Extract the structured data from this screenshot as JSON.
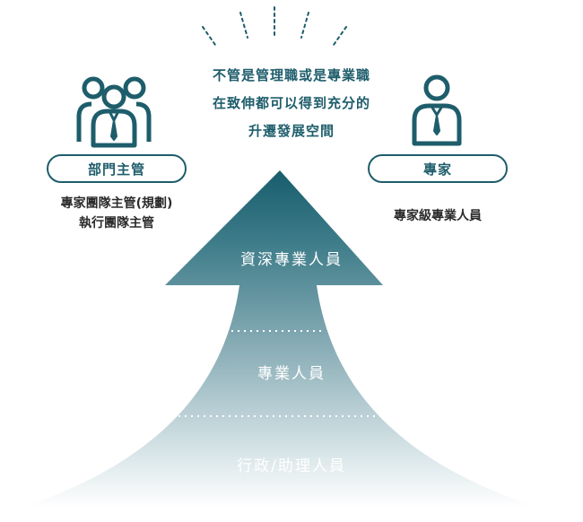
{
  "headline": {
    "lines": [
      "不管是管理職或是專業職",
      "在致伸都可以得到充分的",
      "升遷發展空間"
    ]
  },
  "left": {
    "icon": "group-people-icon",
    "title": "部門主管",
    "desc": [
      "專家團隊主管(規劃)",
      "執行團隊主管"
    ]
  },
  "right": {
    "icon": "person-tie-icon",
    "title": "專家",
    "desc": [
      "專家級專業人員"
    ]
  },
  "tiers": [
    "資深專業人員",
    "專業人員",
    "行政/助理人員"
  ],
  "colors": {
    "accent": "#1e5d6b",
    "arrow_top": "#175d6d",
    "arrow_bottom": "#ffffff"
  }
}
